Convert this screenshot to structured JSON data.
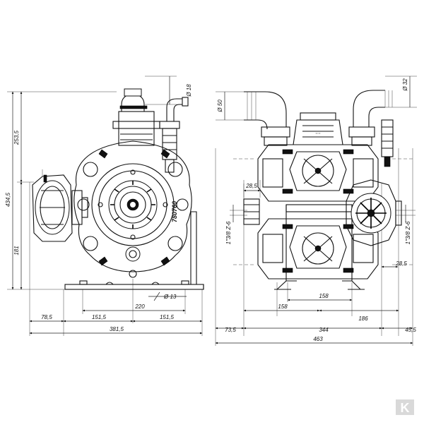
{
  "drawing": {
    "front_view": {
      "model_marking": "780760",
      "dims_horizontal": {
        "d_78_5": "78,5",
        "d_151_5_left": "151,5",
        "d_151_5_right": "151,5",
        "d_220": "220",
        "d_381_5": "381,5"
      },
      "dims_vertical": {
        "d_434_5": "434,5",
        "d_253_5": "253,5",
        "d_181": "181"
      },
      "diameters": {
        "d_18": "Ø 18",
        "d_13": "Ø 13"
      }
    },
    "side_view": {
      "dims_horizontal": {
        "d_28_5_top": "28,5",
        "d_28_5_right": "28,5",
        "d_158_inner": "158",
        "d_158_outer": "158",
        "d_186": "186",
        "d_73_5": "73,5",
        "d_344": "344",
        "d_45_5": "45,5",
        "d_463": "463"
      },
      "diameters": {
        "d_50": "Ø 50",
        "d_32": "Ø 32"
      },
      "thread_labels": {
        "left": "1\"3/8 Z-6",
        "right": "1\"3/8 Z-6"
      }
    },
    "watermark": "K"
  }
}
